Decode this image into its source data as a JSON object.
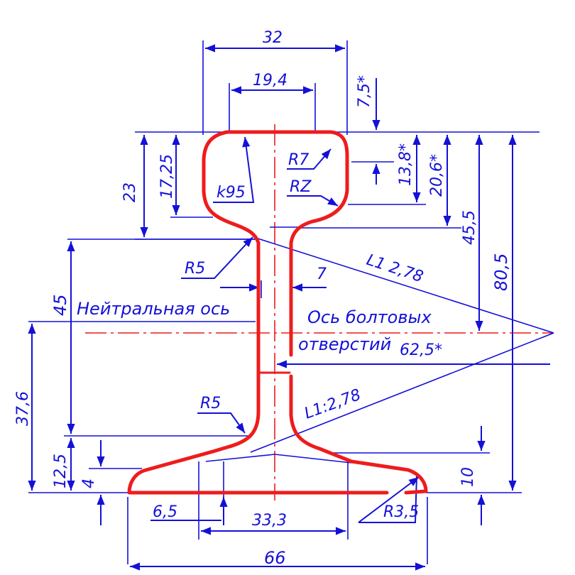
{
  "colors": {
    "dimension_blue": "#1410d8",
    "profile_red": "#ee1c1c",
    "background": "#ffffff"
  },
  "dimensions": {
    "head_width": "32",
    "head_top_width": "19,4",
    "head_7_5": "7,5*",
    "head_17_25": "17,25",
    "head_23": "23",
    "head_13_8": "13,8*",
    "head_20_6": "20,6*",
    "head_45_5": "45,5",
    "total_height": "80,5",
    "r7": "R7",
    "rz": "RZ",
    "k95": "k95",
    "r5_top": "R5",
    "web_thickness": "7",
    "slope_top": "L1 2,78",
    "web_height": "45",
    "neutral_axis": "Нейтральная ось",
    "bolt_axis_line1": "Ось болтовых",
    "bolt_axis_line2": "отверстий",
    "bolt_62_5": "62,5*",
    "r5_bottom": "R5",
    "slope_bottom": "L1:2,78",
    "foot_12_5": "12,5",
    "foot_4": "4",
    "foot_10": "10",
    "foot_6_5": "6,5",
    "foot_33_3": "33,3",
    "r3_5": "R3,5",
    "base_width": "66",
    "cut_left": "37,6"
  }
}
